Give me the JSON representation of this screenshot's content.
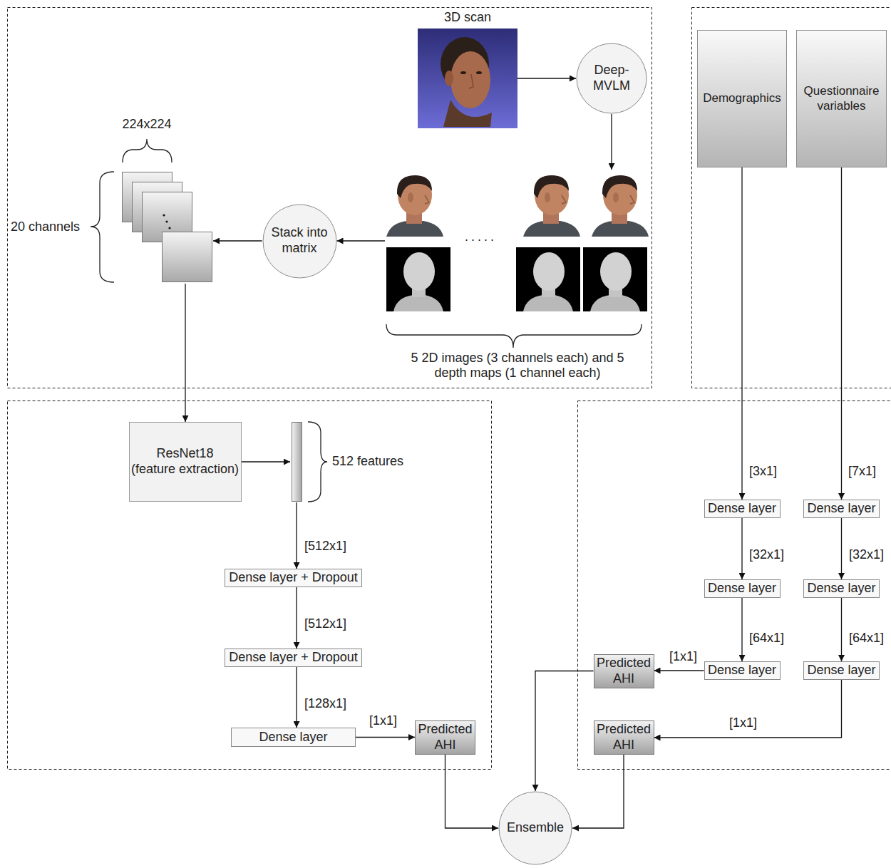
{
  "diagram": {
    "nodes": [
      {
        "text": [
          "3D scan"
        ]
      },
      {
        "text": [
          "Deep-MVLM"
        ]
      },
      {
        "text": [
          "Demographics"
        ]
      },
      {
        "text": [
          "Questionnaire variables"
        ]
      },
      {
        "text": [
          "224x224",
          "20 channels"
        ]
      },
      {
        "text": [
          "Stack into matrix"
        ]
      },
      {
        "text": [
          "5 2D images (3 channels each) and 5 depth maps (1 channel each)"
        ]
      },
      {
        "text": [
          "ResNet18",
          "(feature extraction)"
        ]
      },
      {
        "text": [
          "512 features"
        ]
      },
      {
        "text": [
          "Dense layer + Dropout"
        ]
      },
      {
        "text": [
          "Dense layer + Dropout"
        ]
      },
      {
        "text": [
          "Dense layer"
        ]
      },
      {
        "text": [
          "Predicted AHI"
        ]
      },
      {
        "text": [
          "Dense layer"
        ]
      },
      {
        "text": [
          "Dense layer"
        ]
      },
      {
        "text": [
          "Dense layer"
        ]
      },
      {
        "text": [
          "Dense layer"
        ]
      },
      {
        "text": [
          "Dense layer"
        ]
      },
      {
        "text": [
          "Dense layer"
        ]
      },
      {
        "text": [
          "Predicted AHI"
        ]
      },
      {
        "text": [
          "Predicted AHI"
        ]
      },
      {
        "text": [
          "Ensemble"
        ]
      }
    ],
    "edges": [
      {
        "from": 0,
        "to": 1,
        "arrow": "to"
      },
      {
        "from": 1,
        "to": 6,
        "arrow": "to"
      },
      {
        "from": 6,
        "to": 5,
        "arrow": "to"
      },
      {
        "from": 5,
        "to": 4,
        "arrow": "to"
      },
      {
        "from": 4,
        "to": 7,
        "arrow": "to"
      },
      {
        "from": 7,
        "to": 8,
        "arrow": "to"
      },
      {
        "from": 8,
        "to": 9,
        "label": "[512x1]",
        "arrow": "to"
      },
      {
        "from": 9,
        "to": 10,
        "label": "[512x1]",
        "arrow": "to"
      },
      {
        "from": 10,
        "to": 11,
        "label": "[128x1]",
        "arrow": "to"
      },
      {
        "from": 11,
        "to": 12,
        "label": "[1x1]",
        "arrow": "to"
      },
      {
        "from": 2,
        "to": 13,
        "label": "[3x1]",
        "arrow": "to"
      },
      {
        "from": 13,
        "to": 15,
        "label": "[32x1]",
        "arrow": "to"
      },
      {
        "from": 15,
        "to": 17,
        "label": "[64x1]",
        "arrow": "to"
      },
      {
        "from": 17,
        "to": 19,
        "label": "[1x1]",
        "arrow": "to"
      },
      {
        "from": 3,
        "to": 14,
        "label": "[7x1]",
        "arrow": "to"
      },
      {
        "from": 14,
        "to": 16,
        "label": "[32x1]",
        "arrow": "to"
      },
      {
        "from": 16,
        "to": 18,
        "label": "[64x1]",
        "arrow": "to"
      },
      {
        "from": 18,
        "to": 20,
        "label": "[1x1]",
        "arrow": "to"
      },
      {
        "from": 12,
        "to": 21,
        "arrow": "to"
      },
      {
        "from": 19,
        "to": 21,
        "arrow": "to"
      },
      {
        "from": 20,
        "to": 21,
        "arrow": "to"
      }
    ],
    "labels": [
      "....."
    ]
  }
}
